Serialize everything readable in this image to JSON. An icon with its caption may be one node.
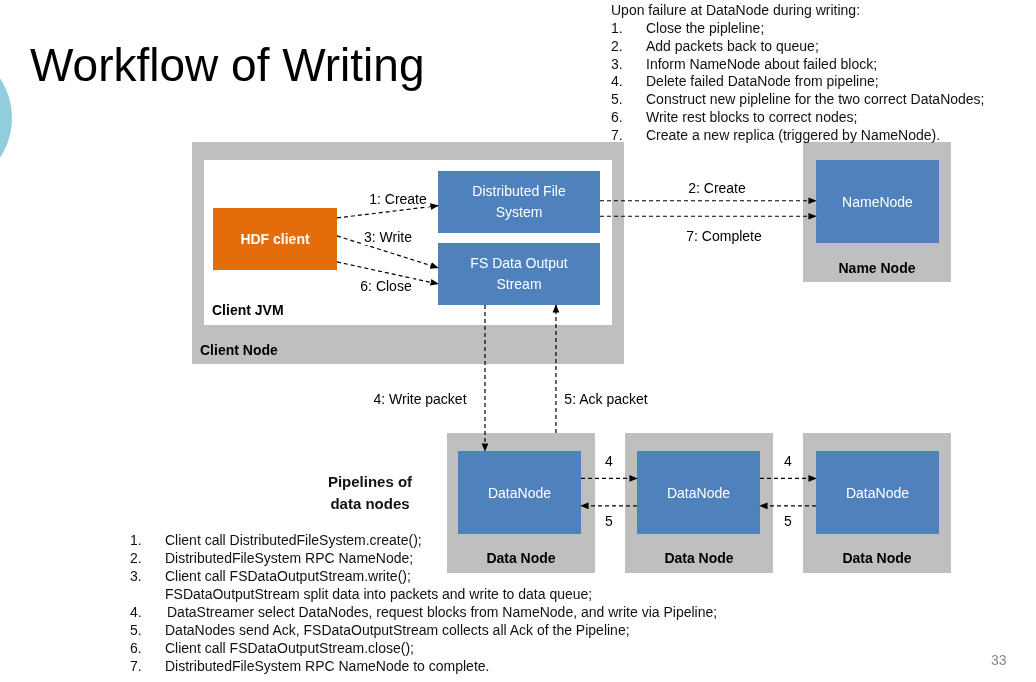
{
  "diagram": {
    "title": "Workflow of Writing",
    "nodes": [
      {
        "text": [
          "Client Node"
        ]
      },
      {
        "text": [
          "Client JVM"
        ],
        "in": 0
      },
      {
        "text": [
          "HDF client"
        ],
        "in": 1
      },
      {
        "text": [
          "Distributed File System"
        ],
        "in": 1
      },
      {
        "text": [
          "FS Data Output Stream"
        ],
        "in": 1
      },
      {
        "text": [
          "Name Node"
        ]
      },
      {
        "text": [
          "NameNode"
        ],
        "in": 5
      },
      {
        "text": [
          "Data Node"
        ]
      },
      {
        "text": [
          "DataNode"
        ],
        "in": 7
      },
      {
        "text": [
          "Data Node"
        ]
      },
      {
        "text": [
          "DataNode"
        ],
        "in": 9
      },
      {
        "text": [
          "Data Node"
        ]
      },
      {
        "text": [
          "DataNode"
        ],
        "in": 11
      }
    ],
    "edges": [
      {
        "from": 2,
        "to": 3,
        "arrow": "to",
        "label": "1: Create",
        "style": "dashed"
      },
      {
        "from": 2,
        "to": 4,
        "arrow": "to",
        "label": "3: Write",
        "style": "dashed"
      },
      {
        "from": 2,
        "to": 4,
        "arrow": "to",
        "label": "6: Close",
        "style": "dashed"
      },
      {
        "from": 3,
        "to": 6,
        "arrow": "to",
        "label": "2: Create",
        "style": "dashed"
      },
      {
        "from": 3,
        "to": 6,
        "arrow": "to",
        "label": "7: Complete",
        "style": "dashed"
      },
      {
        "from": 4,
        "to": 8,
        "arrow": "to",
        "label": "4: Write packet",
        "style": "dashed"
      },
      {
        "from": 7,
        "to": 4,
        "arrow": "to",
        "label": "5: Ack packet",
        "style": "dashed"
      },
      {
        "from": 8,
        "to": 10,
        "arrow": "to",
        "label": "4",
        "style": "dashed"
      },
      {
        "from": 10,
        "to": 8,
        "arrow": "to",
        "label": "5",
        "style": "dashed"
      },
      {
        "from": 10,
        "to": 12,
        "arrow": "to",
        "label": "4",
        "style": "dashed"
      },
      {
        "from": 12,
        "to": 10,
        "arrow": "to",
        "label": "5",
        "style": "dashed"
      }
    ],
    "labels": [
      "Upon failure at DataNode during writing:",
      "1.",
      "Close the pipleline;",
      "2.",
      "Add packets back to queue;",
      "3.",
      "Inform NameNode about failed block;",
      "4.",
      "Delete failed DataNode from pipeline;",
      "5.",
      "Construct new pipleline for the two correct DataNodes;",
      "6.",
      "Write rest blocks to correct nodes;",
      "7.",
      "Create a new replica (triggered by NameNode).",
      "Pipelines of data nodes",
      "1.",
      "Client call DistributedFileSystem.create();",
      "2.",
      "DistributedFileSystem RPC NameNode;",
      "3.",
      "Client call FSDataOutputStream.write();",
      "FSDataOutputStream split data into packets and write to data queue;",
      "4.",
      "DataStreamer select DataNodes, request blocks from NameNode, and write via Pipeline;",
      "5.",
      "DataNodes send Ack, FSDataOutputStream collects all Ack of the Pipeline;",
      "6.",
      "Client call FSDataOutputStream.close();",
      "7.",
      "DistributedFileSystem RPC NameNode to complete.",
      "33"
    ]
  }
}
